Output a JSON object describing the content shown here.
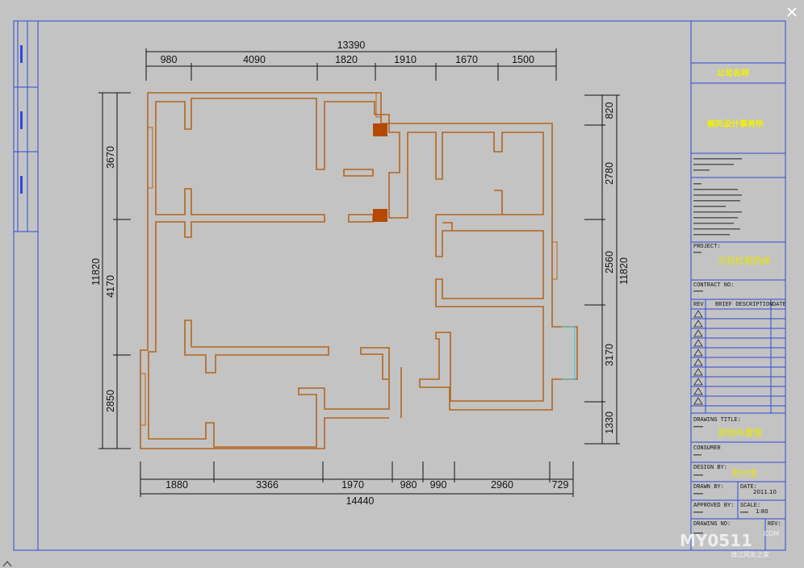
{
  "dimensions": {
    "top_total": "13390",
    "top": [
      "980",
      "4090",
      "1820",
      "1910",
      "1670",
      "1500"
    ],
    "bottom_total": "14440",
    "bottom": [
      "1880",
      "3366",
      "1970",
      "980",
      "990",
      "2960",
      "729"
    ],
    "left_total": "11820",
    "left": [
      "3670",
      "4170",
      "2850"
    ],
    "right_total": "11820",
    "right": [
      "820",
      "2780",
      "2560",
      "3170",
      "1330"
    ]
  },
  "title_block": {
    "company_label": "公司名称",
    "company_name": "御风设计事务所",
    "project_label": "PROJECT:",
    "project_name": "万科红郡西岸",
    "contract_label": "CONTRACT NO:",
    "rev_header": "REV",
    "brief_header": "BRIEF DESCRIPTION",
    "date_header": "DATE",
    "drawing_title_label": "DRAWING TITLE:",
    "drawing_title": "原始布置图",
    "consumer_label": "CONSUMER",
    "design_label": "DESIGN BY:",
    "designer": "韦兴宝",
    "drawn_label": "DRAWN BY:",
    "date_label": "DATE:",
    "date_value": "2011.10",
    "approved_label": "APPROVED BY:",
    "scale_label": "SCALE:",
    "scale_value": "1:80",
    "drawing_no_label": "DRAWING NO:",
    "rev_label": "REV:"
  },
  "watermark": {
    "logo": "MY0511",
    "domain": ".COM",
    "tagline": "镇江网友之家"
  },
  "colors": {
    "background": "#c3c3c3",
    "wall": "#b5651d",
    "column": "#b34a00",
    "frame": "#2f49d6",
    "dimension": "#111111",
    "yellow_text": "#f2f200"
  },
  "icons": {
    "close": "close-icon"
  }
}
